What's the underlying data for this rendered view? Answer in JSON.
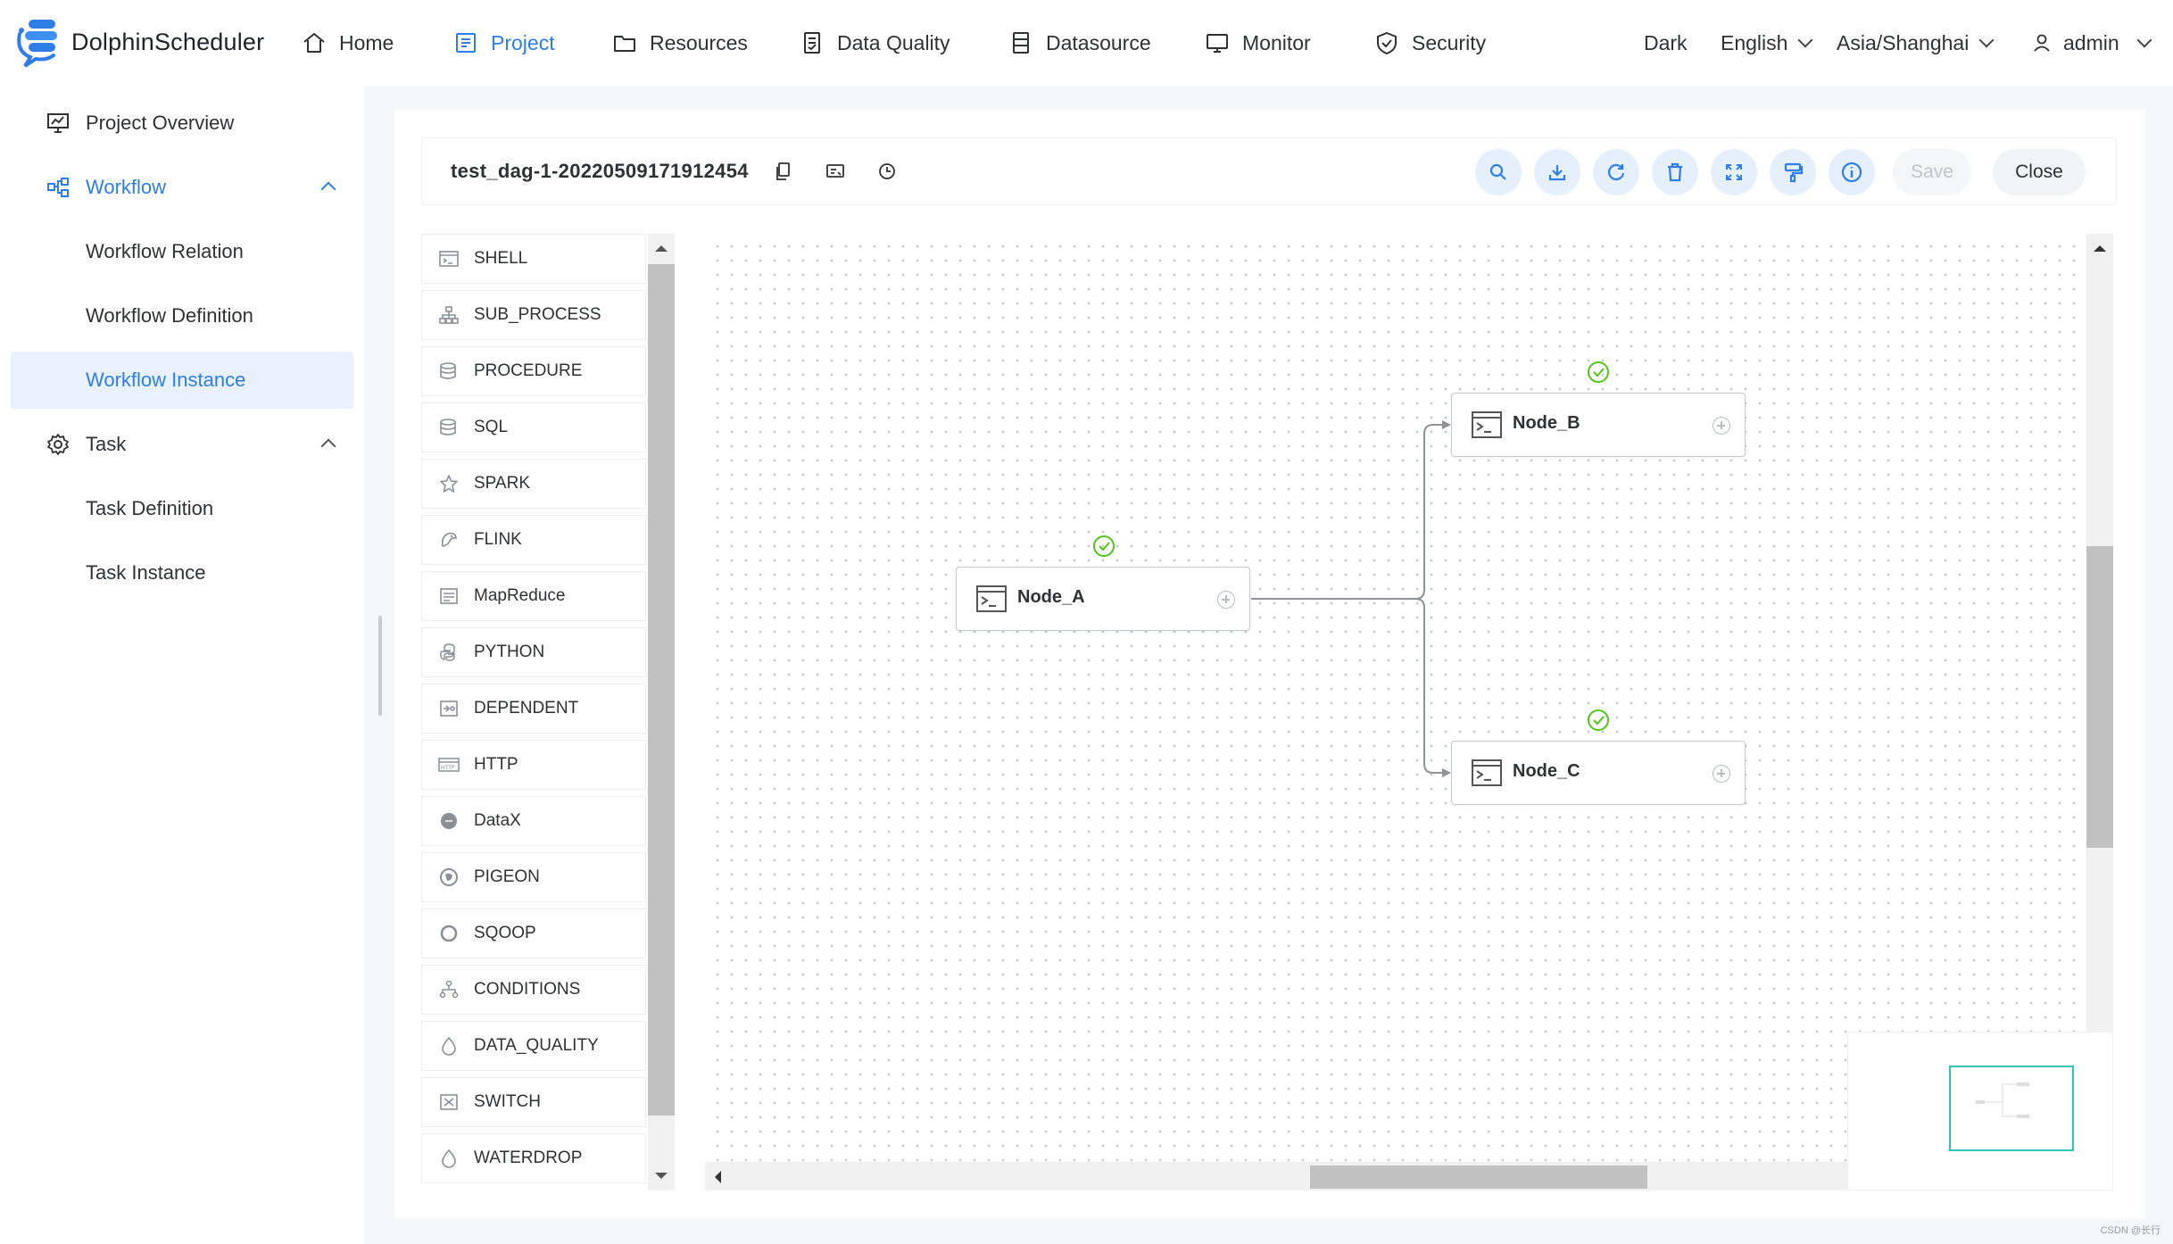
{
  "app": {
    "name": "DolphinScheduler",
    "brand_color": "#2f7ee8"
  },
  "header": {
    "nav": [
      {
        "label": "Home",
        "icon": "home-icon"
      },
      {
        "label": "Project",
        "icon": "project-icon",
        "active": true
      },
      {
        "label": "Resources",
        "icon": "folder-icon"
      },
      {
        "label": "Data Quality",
        "icon": "data-quality-icon"
      },
      {
        "label": "Datasource",
        "icon": "datasource-icon"
      },
      {
        "label": "Monitor",
        "icon": "monitor-icon"
      },
      {
        "label": "Security",
        "icon": "shield-icon"
      }
    ],
    "theme": "Dark",
    "language": "English",
    "timezone": "Asia/Shanghai",
    "user": "admin"
  },
  "sidebar": {
    "items": [
      {
        "label": "Project Overview",
        "icon": "overview-icon"
      },
      {
        "label": "Workflow",
        "icon": "workflow-icon",
        "expanded": true
      },
      {
        "label": "Workflow Relation"
      },
      {
        "label": "Workflow Definition"
      },
      {
        "label": "Workflow Instance",
        "selected": true
      },
      {
        "label": "Task",
        "icon": "gear-icon",
        "expanded": true
      },
      {
        "label": "Task Definition"
      },
      {
        "label": "Task Instance"
      }
    ]
  },
  "toolbar": {
    "workflow_name": "test_dag-1-20220509171912454",
    "save_label": "Save",
    "close_label": "Close",
    "tools": [
      "search-icon",
      "download-icon",
      "refresh-icon",
      "delete-icon",
      "fullscreen-icon",
      "format-icon",
      "info-icon"
    ]
  },
  "palette": {
    "items": [
      {
        "label": "SHELL",
        "icon": "shell-icon"
      },
      {
        "label": "SUB_PROCESS",
        "icon": "sub-process-icon"
      },
      {
        "label": "PROCEDURE",
        "icon": "procedure-icon"
      },
      {
        "label": "SQL",
        "icon": "sql-icon"
      },
      {
        "label": "SPARK",
        "icon": "spark-icon"
      },
      {
        "label": "FLINK",
        "icon": "flink-icon"
      },
      {
        "label": "MapReduce",
        "icon": "mapreduce-icon"
      },
      {
        "label": "PYTHON",
        "icon": "python-icon"
      },
      {
        "label": "DEPENDENT",
        "icon": "dependent-icon"
      },
      {
        "label": "HTTP",
        "icon": "http-icon"
      },
      {
        "label": "DataX",
        "icon": "datax-icon"
      },
      {
        "label": "PIGEON",
        "icon": "pigeon-icon"
      },
      {
        "label": "SQOOP",
        "icon": "sqoop-icon"
      },
      {
        "label": "CONDITIONS",
        "icon": "conditions-icon"
      },
      {
        "label": "DATA_QUALITY",
        "icon": "data-quality-icon"
      },
      {
        "label": "SWITCH",
        "icon": "switch-icon"
      },
      {
        "label": "WATERDROP",
        "icon": "waterdrop-icon"
      }
    ]
  },
  "dag": {
    "nodes": [
      {
        "id": "a",
        "label": "Node_A",
        "status": "success"
      },
      {
        "id": "b",
        "label": "Node_B",
        "status": "success"
      },
      {
        "id": "c",
        "label": "Node_C",
        "status": "success"
      }
    ],
    "edges": [
      [
        "a",
        "b"
      ],
      [
        "a",
        "c"
      ]
    ]
  },
  "footer": {
    "watermark": "CSDN @长行"
  }
}
